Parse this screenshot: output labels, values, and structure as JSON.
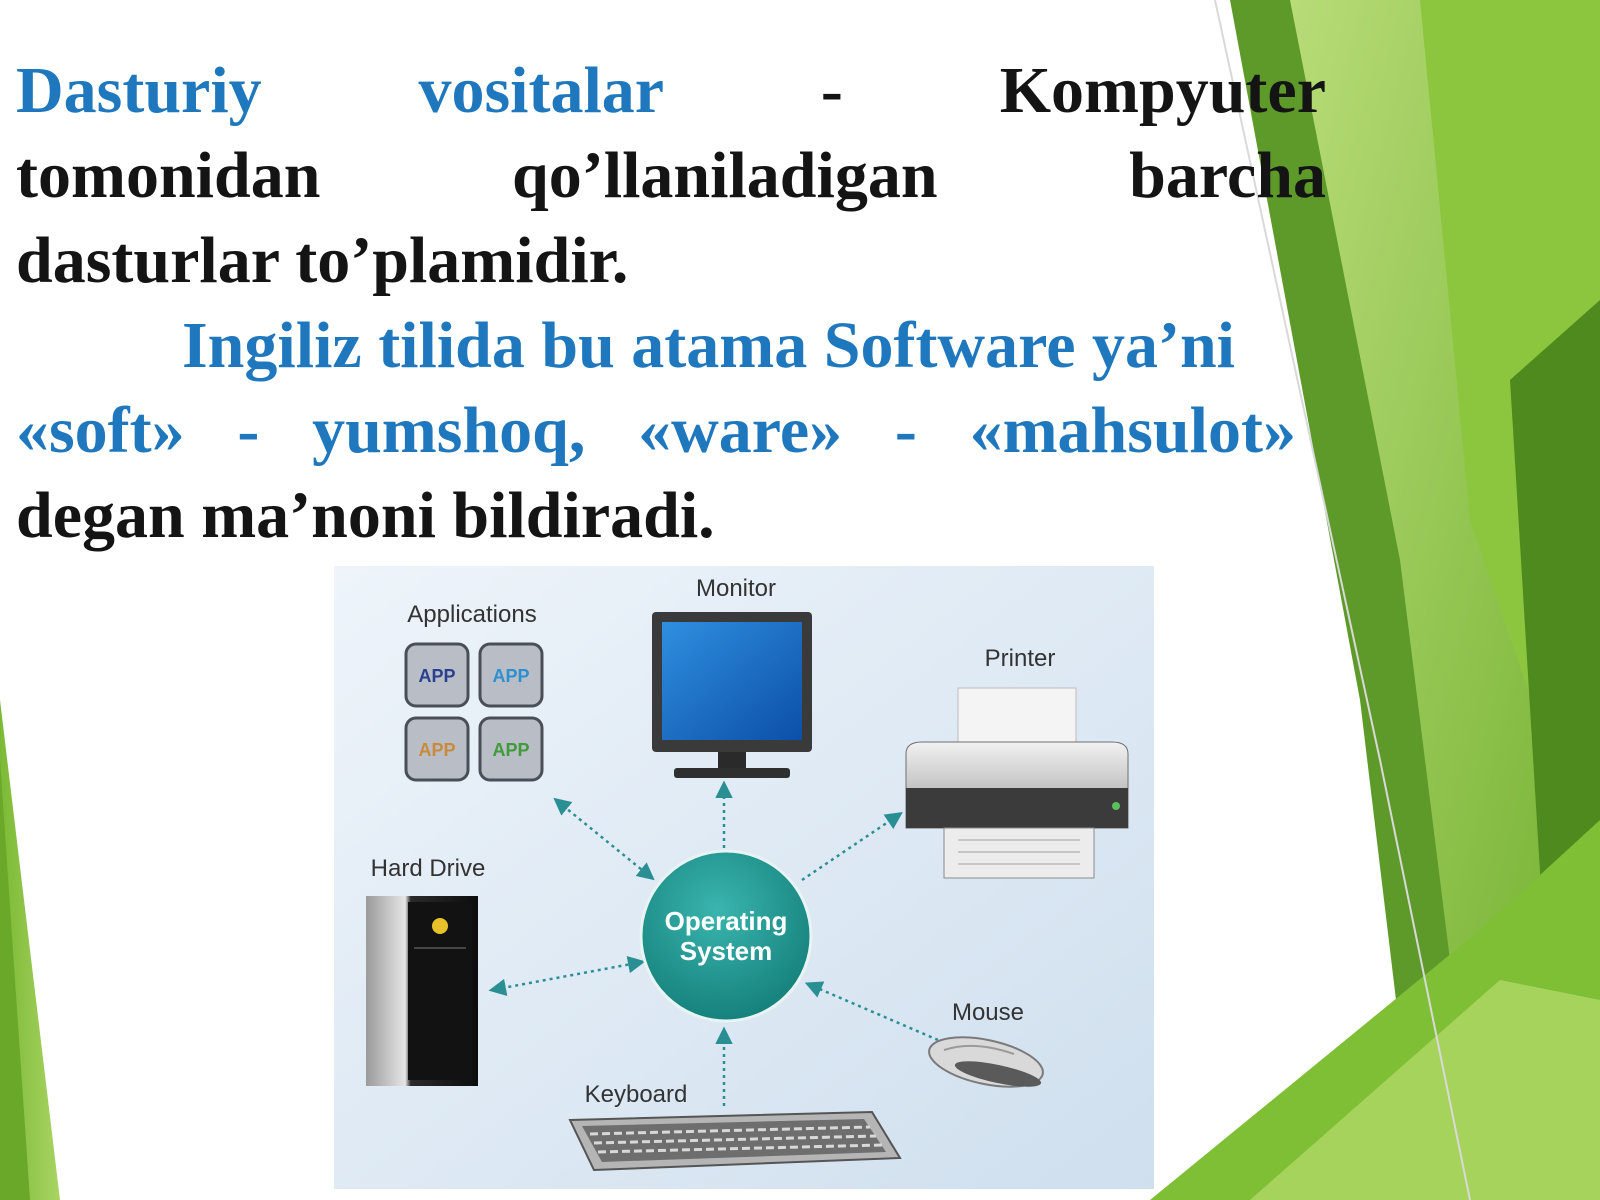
{
  "colors": {
    "accent_blue": "#1f78be",
    "text_dark": "#141414",
    "green_light": "#8cc63f",
    "green_dark": "#4f8a1f",
    "os_teal": "#1f9a96"
  },
  "paragraph1": {
    "term": [
      "Dasturiy",
      "vositalar"
    ],
    "dash": "-",
    "line1_end": "Kompyuter",
    "line2_words": [
      "tomonidan",
      "qo’llaniladigan",
      "barcha"
    ],
    "line3": "dasturlar to’plamidir."
  },
  "paragraph2": {
    "line1": "Ingiliz tilida bu atama Software ya’ni",
    "line2_words": [
      "«soft»",
      "-",
      "yumshoq,",
      "«ware»",
      "-",
      "«mahsulot»"
    ],
    "line3": "degan ma’noni bildiradi."
  },
  "diagram": {
    "center": [
      "Operating",
      "System"
    ],
    "applications": {
      "label": "Applications",
      "tiles": [
        "APP",
        "APP",
        "APP",
        "APP"
      ],
      "icon": "app-tile-icon"
    },
    "monitor": {
      "label": "Monitor",
      "icon": "monitor-icon"
    },
    "printer": {
      "label": "Printer",
      "icon": "printer-icon"
    },
    "hard_drive": {
      "label": "Hard Drive",
      "icon": "computer-tower-icon"
    },
    "mouse": {
      "label": "Mouse",
      "icon": "mouse-icon"
    },
    "keyboard": {
      "label": "Keyboard",
      "icon": "keyboard-icon"
    }
  }
}
